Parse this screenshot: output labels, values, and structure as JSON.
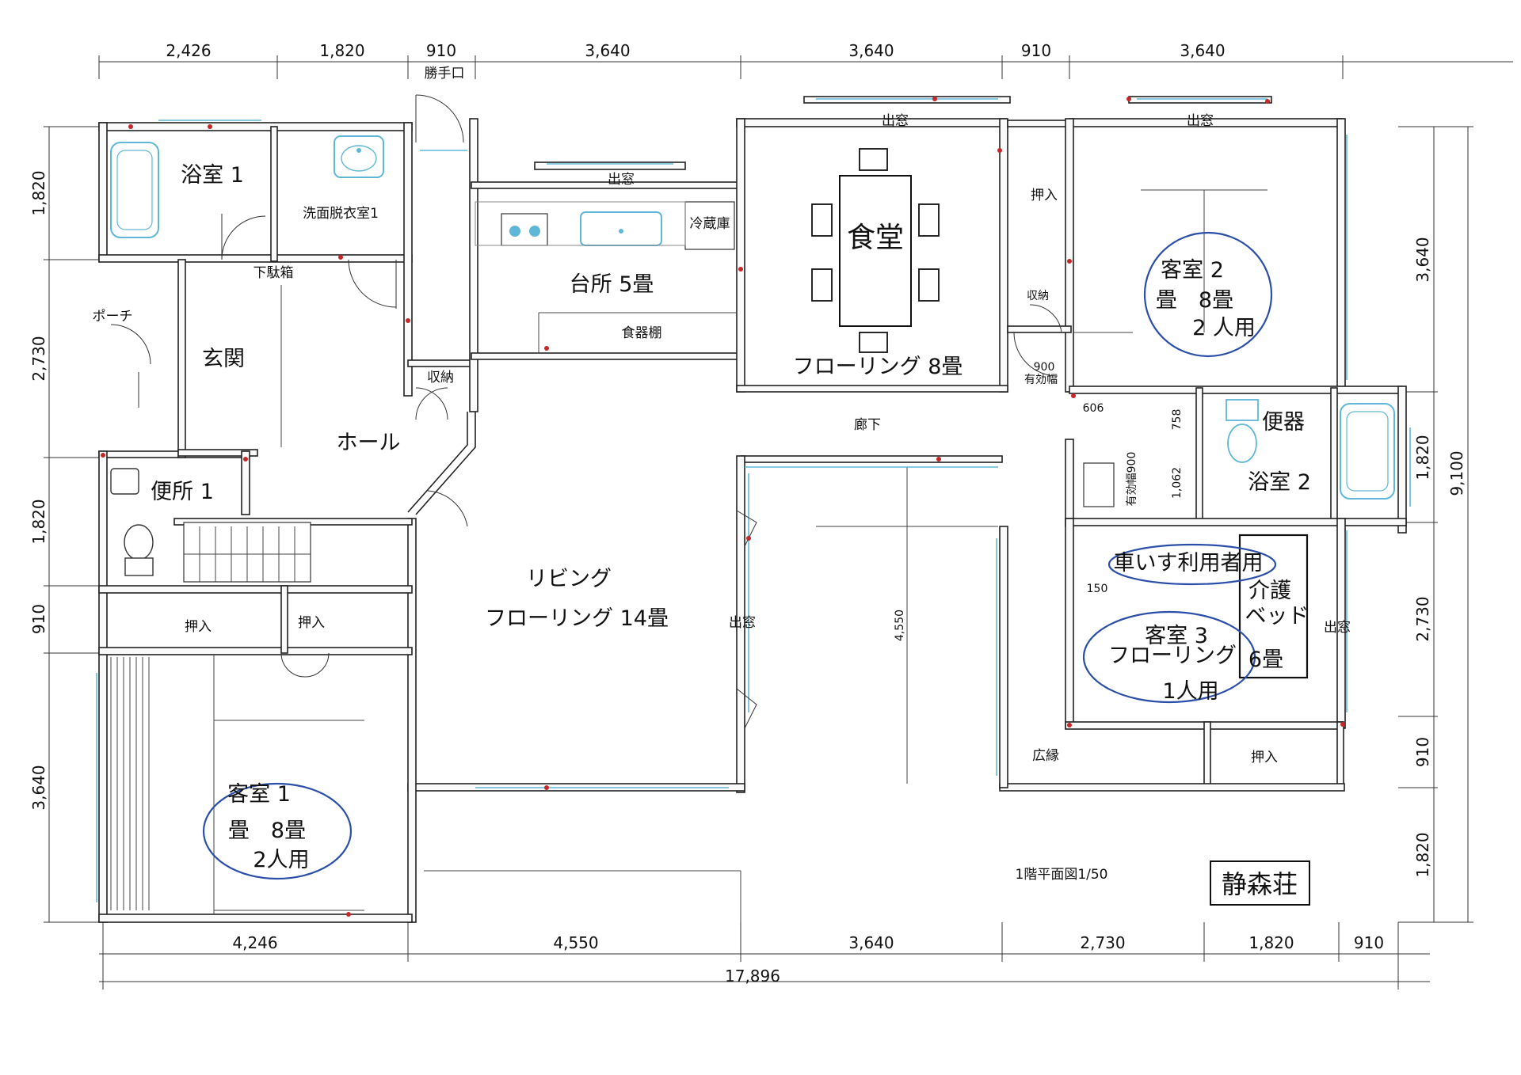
{
  "dimensions": {
    "top": [
      "2,426",
      "1,820",
      "910",
      "3,640",
      "3,640",
      "910",
      "3,640"
    ],
    "bottom": [
      "4,246",
      "4,550",
      "3,640",
      "2,730",
      "1,820",
      "910"
    ],
    "total_width": "17,896",
    "left": [
      "1,820",
      "2,730",
      "1,820",
      "910",
      "3,640"
    ],
    "right": [
      "3,640",
      "1,820",
      "2,730",
      "910",
      "1,820"
    ],
    "total_height": "9,100",
    "inner": {
      "corridor_width": "900",
      "effective_width_label": "有効幅",
      "d606": "606",
      "d758": "758",
      "d1062": "1,062",
      "effective_900": "有効幅900",
      "d150": "150",
      "d4550": "4,550"
    }
  },
  "rooms": {
    "bath1": "浴室 1",
    "washroom1": "洗面脱衣室1",
    "back_door": "勝手口",
    "kitchen": "台所 5畳",
    "fridge": "冷蔵庫",
    "cupboard": "食器棚",
    "bay_window": "出窓",
    "dining": "食堂",
    "dining_floor": "フローリング 8畳",
    "oshiire": "押入",
    "storage": "収納",
    "guest2": {
      "line1": "客室 2",
      "line2": "畳　8畳",
      "line3": "2 人用"
    },
    "shoe_box": "下駄箱",
    "porch": "ポーチ",
    "entrance": "玄関",
    "hall": "ホール",
    "corridor": "廊下",
    "toilet1": "便所 1",
    "toilet2": "便器",
    "bath2": "浴室 2",
    "living": {
      "line1": "リビング",
      "line2": "フローリング 14畳"
    },
    "wheelchair": "車いす利用者用",
    "care_bed": {
      "line1": "介護",
      "line2": "ベッド"
    },
    "guest3": {
      "line1": "客室 3",
      "line2": "フローリング",
      "line3": "1人用",
      "size": "6畳"
    },
    "veranda": "広縁",
    "guest1": {
      "line1": "客室 1",
      "line2": "畳　8畳",
      "line3": "2人用"
    }
  },
  "plan_title": "1階平面図1/50",
  "building_name": "静森荘",
  "colors": {
    "annotation": "#2b4fa8",
    "window": "#5fb7d8",
    "wall": "#222222",
    "marker": "#c62828"
  }
}
